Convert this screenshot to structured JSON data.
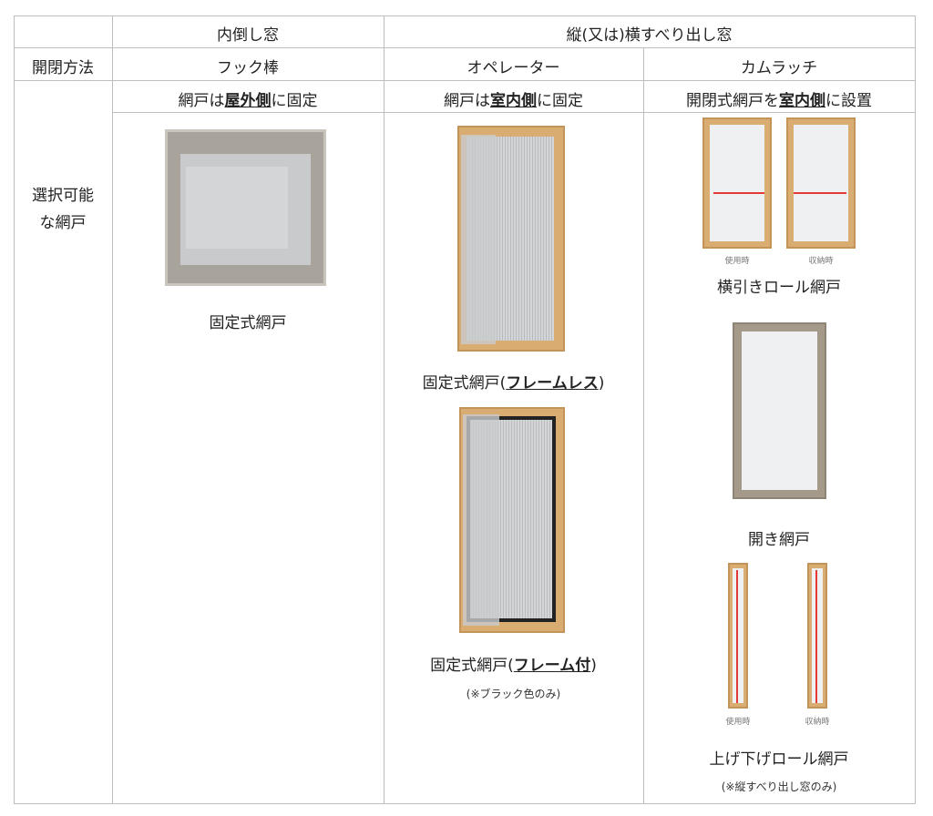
{
  "header": {
    "col1": "内倒し窓",
    "col2": "縦(又は)横すべり出し窓"
  },
  "row_open": {
    "label": "開閉方法",
    "c1": "フック棒",
    "c2": "オペレーター",
    "c3": "カムラッチ"
  },
  "row_note": {
    "c1": {
      "pre": "網戸は",
      "bold": "屋外側",
      "post": "に固定"
    },
    "c2": {
      "pre": "網戸は",
      "bold": "室内側",
      "post": "に固定"
    },
    "c3": {
      "pre": "開閉式網戸を",
      "bold": "室内側",
      "post": "に設置"
    }
  },
  "row_screen": {
    "label_line1": "選択可能",
    "label_line2": "な網戸",
    "c1": {
      "caption": "固定式網戸"
    },
    "c2": {
      "item1": {
        "pre": "固定式網戸(",
        "bold": "フレームレス",
        "post": ")"
      },
      "item2": {
        "pre": "固定式網戸(",
        "bold": "フレーム付",
        "post": ")",
        "note": "(※ブラック色のみ)"
      }
    },
    "c3": {
      "item1": {
        "caption": "横引きロール網戸",
        "in_use": "使用時",
        "stored": "収納時"
      },
      "item2": {
        "caption": "開き網戸"
      },
      "item3": {
        "caption": "上げ下げロール網戸",
        "in_use": "使用時",
        "stored": "収納時",
        "note": "(※縦すべり出し窓のみ)"
      }
    }
  }
}
